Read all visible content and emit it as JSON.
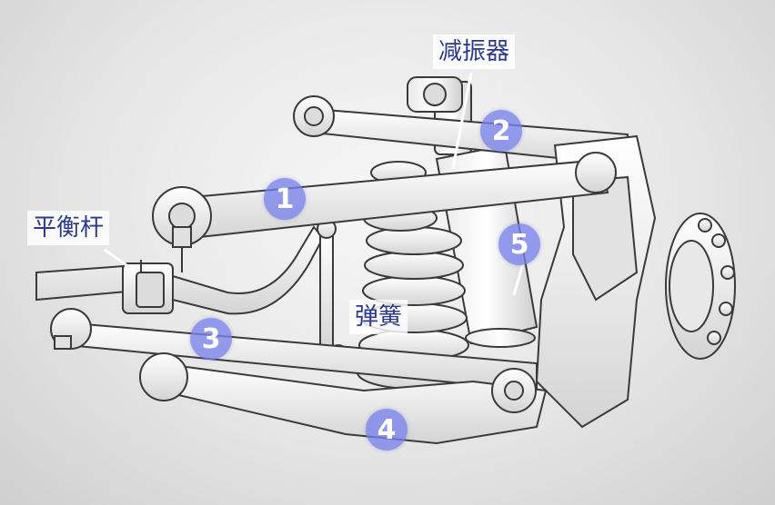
{
  "labels": {
    "shock_absorber": "减振器",
    "stabilizer_bar": "平衡杆",
    "spring": "弹簧"
  },
  "badges": [
    "1",
    "2",
    "3",
    "4",
    "5"
  ],
  "colors": {
    "label_text": "#2d3a8c",
    "badge_fill": "#7882eb",
    "part_fill": "#f4f4f4",
    "part_stroke": "#3a3a3a"
  }
}
